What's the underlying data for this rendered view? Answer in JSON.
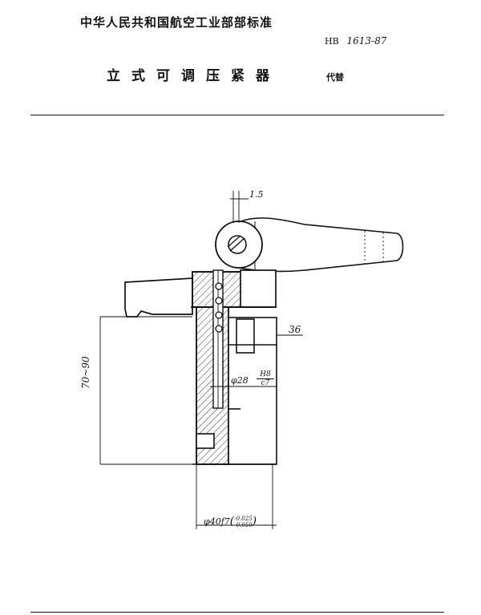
{
  "header": {
    "organization": "中华人民共和国航空工业部部标准",
    "standard_prefix": "HB",
    "standard_number": "1613-87",
    "title": "立式可调压紧器",
    "replaces_label": "代替"
  },
  "drawing": {
    "dimensions": {
      "offset": "1.5",
      "height_range": "70~90",
      "width_right": "36",
      "bore": "φ28",
      "bore_fit_upper": "H8",
      "bore_fit_lower": "c7",
      "base_diameter": "φ40f7",
      "base_tolerance_upper": "-0.025",
      "base_tolerance_lower": "-0.050"
    }
  }
}
